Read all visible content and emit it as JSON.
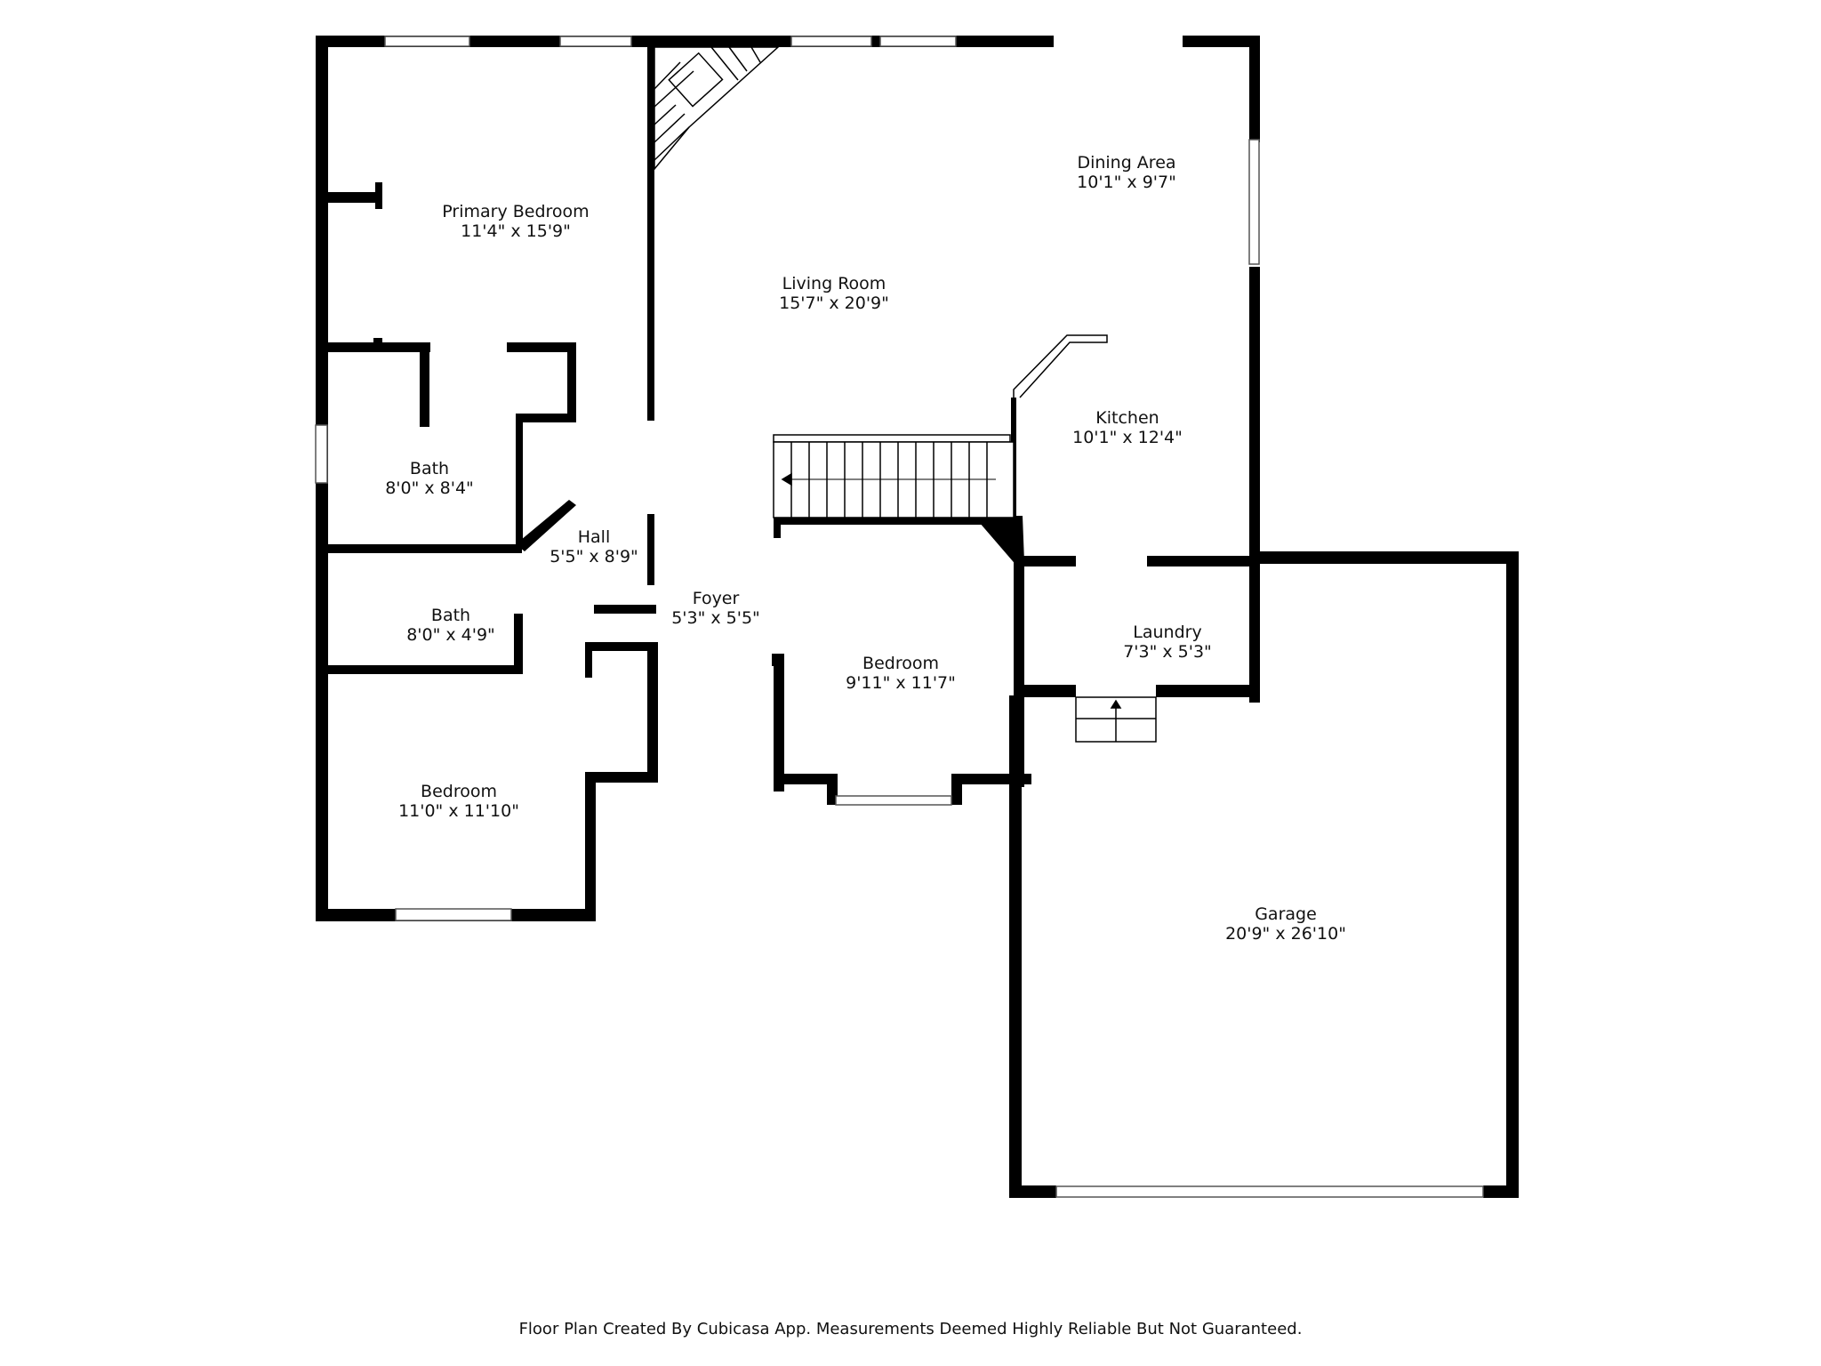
{
  "rooms": {
    "primary_bedroom": {
      "name": "Primary Bedroom",
      "dims": "11'4\" x 15'9\""
    },
    "living_room": {
      "name": "Living Room",
      "dims": "15'7\" x 20'9\""
    },
    "dining_area": {
      "name": "Dining Area",
      "dims": "10'1\" x 9'7\""
    },
    "kitchen": {
      "name": "Kitchen",
      "dims": "10'1\" x 12'4\""
    },
    "bath_upper": {
      "name": "Bath",
      "dims": "8'0\" x 8'4\""
    },
    "hall": {
      "name": "Hall",
      "dims": "5'5\" x 8'9\""
    },
    "bath_lower": {
      "name": "Bath",
      "dims": "8'0\" x 4'9\""
    },
    "foyer": {
      "name": "Foyer",
      "dims": "5'3\" x 5'5\""
    },
    "bedroom_center": {
      "name": "Bedroom",
      "dims": "9'11\" x 11'7\""
    },
    "laundry": {
      "name": "Laundry",
      "dims": "7'3\" x 5'3\""
    },
    "bedroom_left": {
      "name": "Bedroom",
      "dims": "11'0\" x 11'10\""
    },
    "garage": {
      "name": "Garage",
      "dims": "20'9\" x 26'10\""
    }
  },
  "footer": "Floor Plan Created By Cubicasa App. Measurements Deemed Highly Reliable But Not Guaranteed.",
  "colors": {
    "wall": "#000000",
    "background": "#ffffff",
    "window": "#888888"
  }
}
